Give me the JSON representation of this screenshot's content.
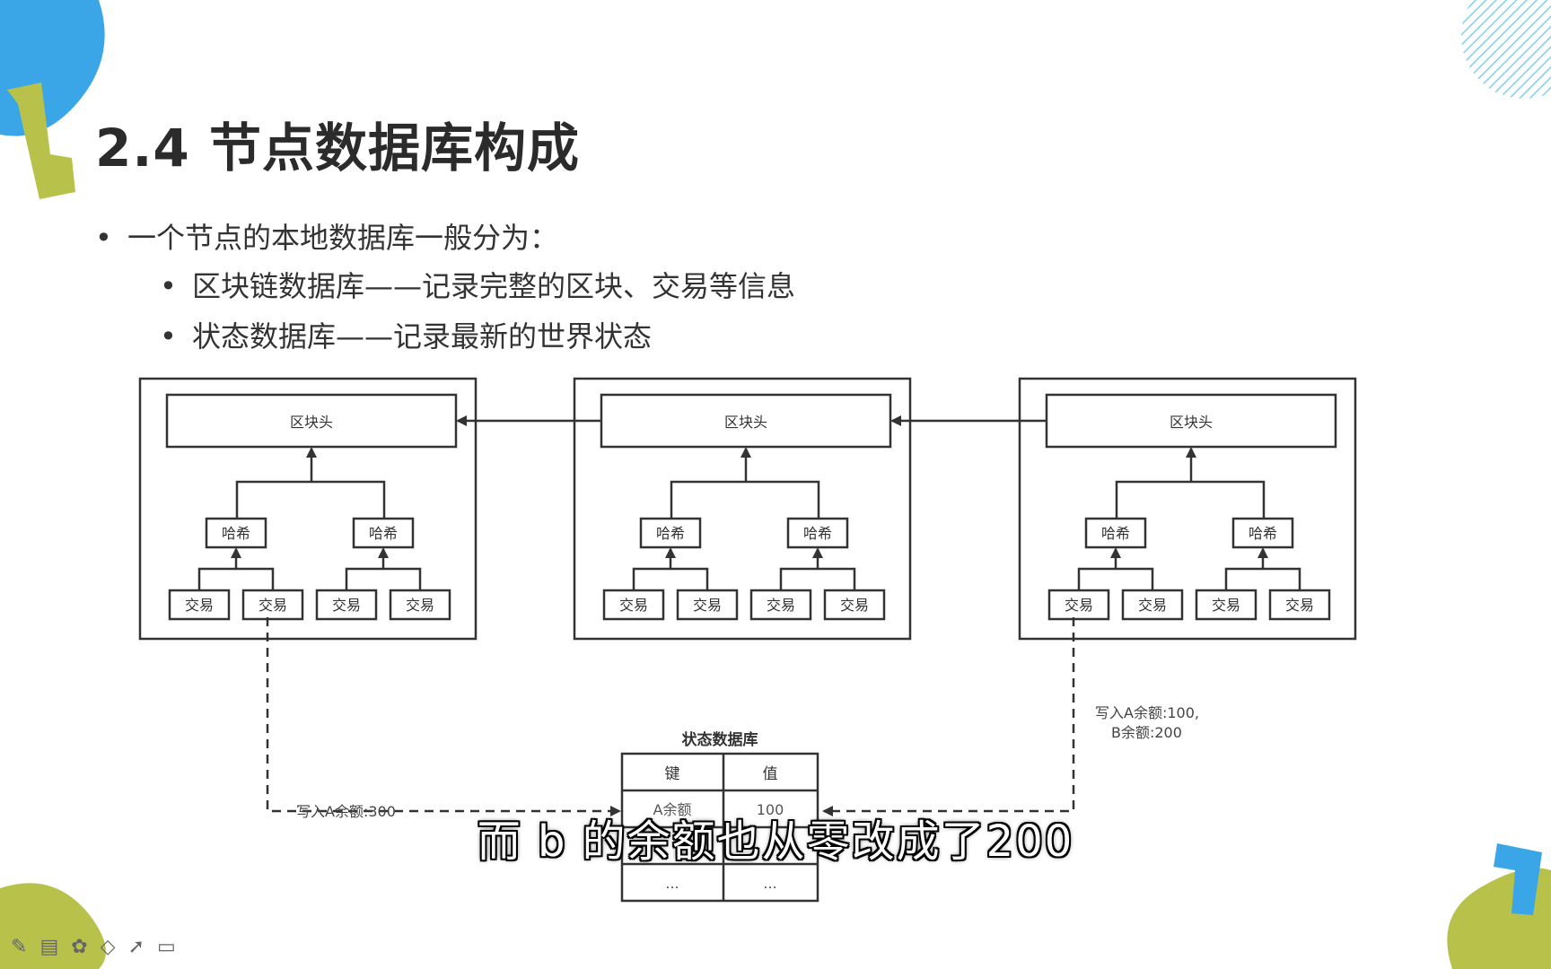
{
  "slide": {
    "title": "2.4 节点数据库构成",
    "bullets": [
      {
        "level": 1,
        "text": "一个节点的本地数据库一般分为："
      },
      {
        "level": 2,
        "text": "区块链数据库——记录完整的区块、交易等信息"
      },
      {
        "level": 2,
        "text": "状态数据库——记录最新的世界状态"
      }
    ]
  },
  "diagram": {
    "block_header_label": "区块头",
    "hash_label": "哈希",
    "tx_label": "交易",
    "state_db": {
      "title": "状态数据库",
      "headers": [
        "键",
        "值"
      ],
      "rows": [
        [
          "A余额",
          "100"
        ],
        [
          "",
          ""
        ],
        [
          "...",
          "..."
        ]
      ]
    },
    "annotation_left": "写入A余额:300",
    "annotation_right_line1": "写入A余额:100,",
    "annotation_right_line2": "B余额:200"
  },
  "subtitle": "而 b 的余额也从零改成了200",
  "toolbar": {
    "icons": [
      "pen-icon",
      "slides-icon",
      "palette-icon",
      "eraser-icon",
      "pointer-icon",
      "screen-icon"
    ]
  },
  "colors": {
    "accent_blue": "#3aa6e8",
    "accent_green": "#b8c24a",
    "diagram_stroke": "#333333"
  }
}
